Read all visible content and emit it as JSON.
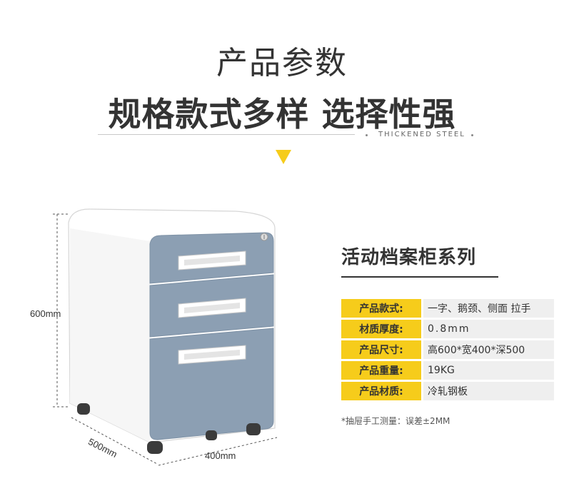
{
  "header": {
    "title": "产品参数",
    "subtitle": "规格款式多样 选择性强",
    "english_tag": "THICKENED STEEL"
  },
  "product": {
    "dimensions": {
      "height": "600mm",
      "depth": "500mm",
      "width": "400mm"
    },
    "colors": {
      "body": "#ffffff",
      "drawer_front": "#8c9fb3",
      "accent": "#f6cc1b"
    }
  },
  "series": {
    "title": "活动档案柜系列"
  },
  "specs": [
    {
      "label": "产品款式:",
      "value": "一字、鹅颈、侧面 拉手"
    },
    {
      "label": "材质厚度:",
      "value": "0.8mm"
    },
    {
      "label": "产品尺寸:",
      "value": "高600*宽400*深500"
    },
    {
      "label": "产品重量:",
      "value": "19KG"
    },
    {
      "label": "产品材质:",
      "value": "冷轧钢板"
    }
  ],
  "note": "*抽屉手工测量：误差±2MM"
}
